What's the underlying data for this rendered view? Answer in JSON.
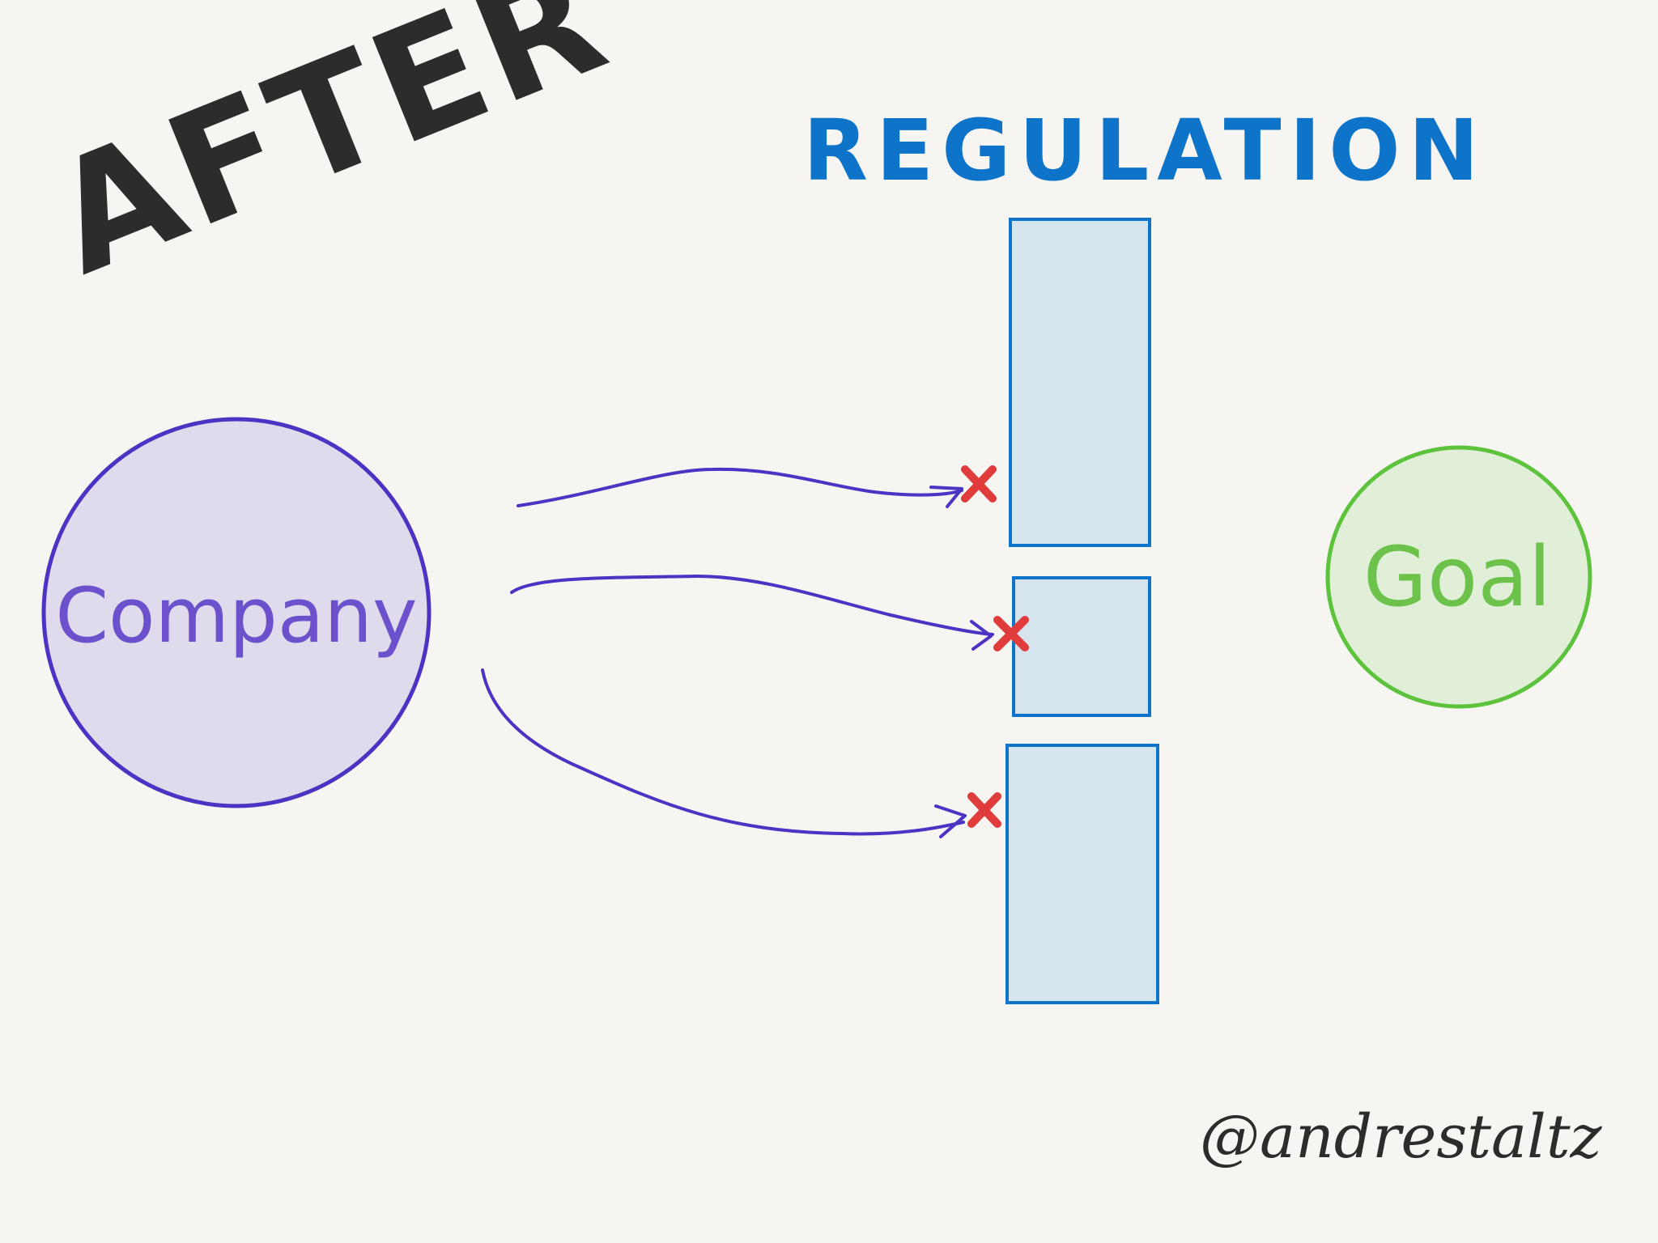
{
  "title_left": "AFTER",
  "title_top": "REGULATION",
  "signature": "@andrestaltz",
  "nodes": {
    "source": {
      "label": "Company"
    },
    "target": {
      "label": "Goal"
    }
  },
  "flows": [
    {
      "from": "source",
      "to": "regulation-block-1",
      "result": "blocked"
    },
    {
      "from": "source",
      "to": "regulation-block-2",
      "result": "blocked"
    },
    {
      "from": "source",
      "to": "regulation-block-3",
      "result": "blocked"
    }
  ],
  "colors": {
    "background": "#f6f5f1",
    "ink": "#2c2c2a",
    "company_stroke": "#4b33c4",
    "company_fill": "#dfdbec",
    "arrow": "#4b33c4",
    "regulation_stroke": "#0d74c9",
    "regulation_fill": "#d6e4ee",
    "regulation_text": "#0d74c9",
    "goal_stroke": "#5dc23c",
    "goal_fill": "#e1efd9",
    "goal_text": "#6cc24a",
    "block_mark": "#e03c3c"
  },
  "icons": {
    "block_mark": "cross-icon"
  }
}
